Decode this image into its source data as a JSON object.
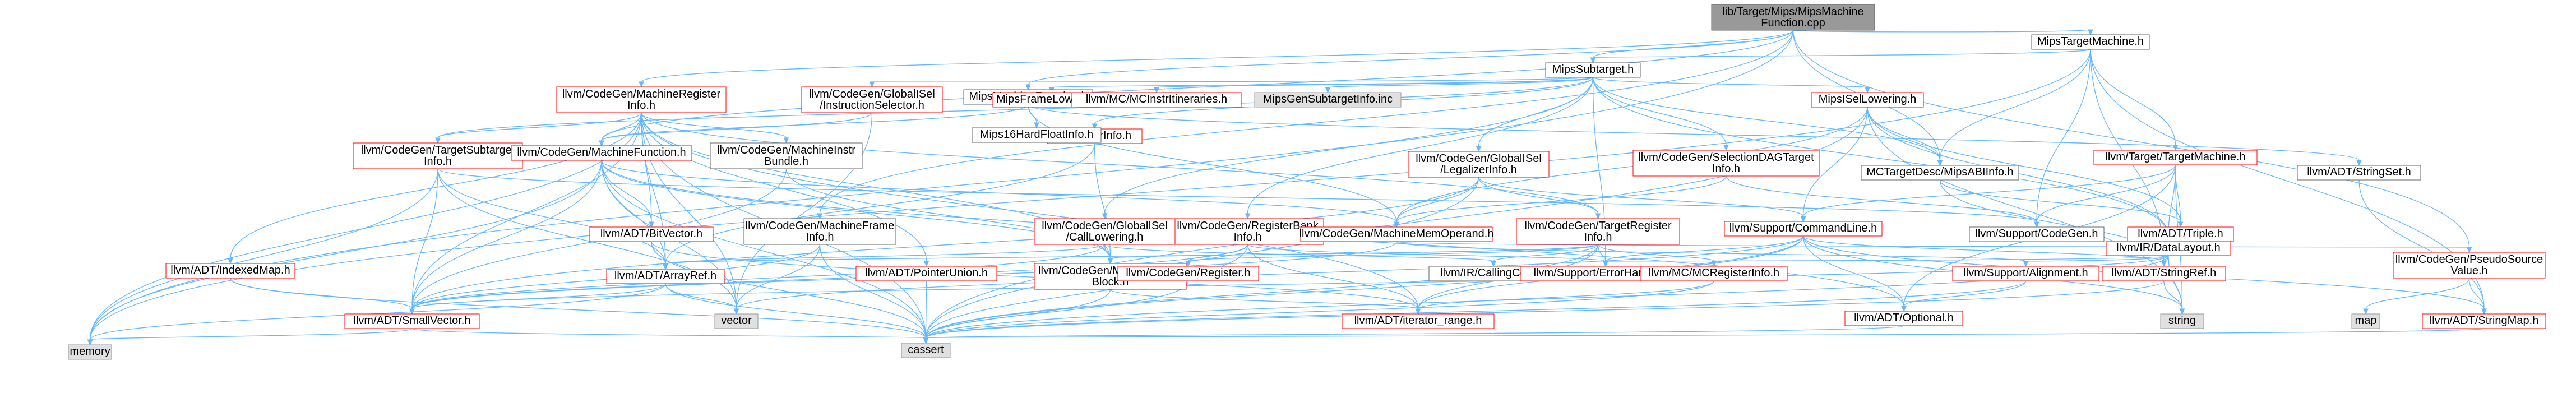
{
  "colors": {
    "root_fill": "#999999",
    "white_fill": "#ffffff",
    "white_stroke": "#666666",
    "red_stroke": "#ff0000",
    "gray_fill": "#e0e0e0",
    "gray_stroke": "#999999",
    "edge": "#63b8ff",
    "text": "#000000"
  },
  "nodes": [
    {
      "id": "root",
      "lines": [
        "lib/Target/Mips/MipsMachine",
        "Function.cpp"
      ],
      "kind": "root"
    },
    {
      "id": "mipstm",
      "lines": [
        "MipsTargetMachine.h"
      ],
      "kind": "white"
    },
    {
      "id": "mipssub",
      "lines": [
        "MipsSubtarget.h"
      ],
      "kind": "white"
    },
    {
      "id": "mfi",
      "lines": [
        "MipsMachineFunction.h"
      ],
      "kind": "white"
    },
    {
      "id": "cgmri",
      "lines": [
        "llvm/CodeGen/MachineRegister",
        "Info.h"
      ],
      "kind": "red"
    },
    {
      "id": "gisel_is",
      "lines": [
        "llvm/CodeGen/GlobalISel",
        "/InstructionSelector.h"
      ],
      "kind": "red"
    },
    {
      "id": "mipsframe",
      "lines": [
        "MipsFrameLowering.h"
      ],
      "kind": "red"
    },
    {
      "id": "mcinstr",
      "lines": [
        "llvm/MC/MCInstrItineraries.h"
      ],
      "kind": "red"
    },
    {
      "id": "mipsgensub",
      "lines": [
        "MipsGenSubtargetInfo.inc"
      ],
      "kind": "gray"
    },
    {
      "id": "mipsisel",
      "lines": [
        "MipsISelLowering.h"
      ],
      "kind": "red"
    },
    {
      "id": "mipsinstr",
      "lines": [
        "MipsInstrInfo.h"
      ],
      "kind": "red"
    },
    {
      "id": "mips16hf",
      "lines": [
        "Mips16HardFloatInfo.h"
      ],
      "kind": "white"
    },
    {
      "id": "cgtsi",
      "lines": [
        "llvm/CodeGen/TargetSubtarget",
        "Info.h"
      ],
      "kind": "red"
    },
    {
      "id": "cgmf",
      "lines": [
        "llvm/CodeGen/MachineFunction.h"
      ],
      "kind": "red"
    },
    {
      "id": "cgmib",
      "lines": [
        "llvm/CodeGen/MachineInstr",
        "Bundle.h"
      ],
      "kind": "white"
    },
    {
      "id": "gisel_ll",
      "lines": [
        "llvm/CodeGen/GlobalISel",
        "/LegalizerInfo.h"
      ],
      "kind": "red"
    },
    {
      "id": "cgsdag",
      "lines": [
        "llvm/CodeGen/SelectionDAGTarget",
        "Info.h"
      ],
      "kind": "red"
    },
    {
      "id": "mctd",
      "lines": [
        "MCTargetDesc/MipsABIInfo.h"
      ],
      "kind": "white"
    },
    {
      "id": "stringset",
      "lines": [
        "llvm/ADT/StringSet.h"
      ],
      "kind": "white"
    },
    {
      "id": "targetmachine",
      "lines": [
        "llvm/Target/TargetMachine.h"
      ],
      "kind": "red"
    },
    {
      "id": "cgtri",
      "lines": [
        "llvm/CodeGen/TargetRegister",
        "Info.h"
      ],
      "kind": "red"
    },
    {
      "id": "cgrbi",
      "lines": [
        "llvm/CodeGen/RegisterBank",
        "Info.h"
      ],
      "kind": "red"
    },
    {
      "id": "gisel_cl",
      "lines": [
        "llvm/CodeGen/GlobalISel",
        "/CallLowering.h"
      ],
      "kind": "red"
    },
    {
      "id": "cgmfi",
      "lines": [
        "llvm/CodeGen/MachineFrame",
        "Info.h"
      ],
      "kind": "white"
    },
    {
      "id": "bitvector",
      "lines": [
        "llvm/ADT/BitVector.h"
      ],
      "kind": "red"
    },
    {
      "id": "cgmmo",
      "lines": [
        "llvm/CodeGen/MachineMemOperand.h"
      ],
      "kind": "red"
    },
    {
      "id": "cmdline",
      "lines": [
        "llvm/Support/CommandLine.h"
      ],
      "kind": "red"
    },
    {
      "id": "codegen",
      "lines": [
        "llvm/Support/CodeGen.h"
      ],
      "kind": "white"
    },
    {
      "id": "triple",
      "lines": [
        "llvm/ADT/Triple.h"
      ],
      "kind": "red"
    },
    {
      "id": "datalayout",
      "lines": [
        "llvm/IR/DataLayout.h"
      ],
      "kind": "red"
    },
    {
      "id": "indexedmap",
      "lines": [
        "llvm/ADT/IndexedMap.h"
      ],
      "kind": "red"
    },
    {
      "id": "arrayref",
      "lines": [
        "llvm/ADT/ArrayRef.h"
      ],
      "kind": "red"
    },
    {
      "id": "ptrunion",
      "lines": [
        "llvm/ADT/PointerUnion.h"
      ],
      "kind": "red"
    },
    {
      "id": "cgmbb",
      "lines": [
        "llvm/CodeGen/MachineBasic",
        "Block.h"
      ],
      "kind": "red"
    },
    {
      "id": "cgreg",
      "lines": [
        "llvm/CodeGen/Register.h"
      ],
      "kind": "red"
    },
    {
      "id": "callconv",
      "lines": [
        "llvm/IR/CallingConv.h"
      ],
      "kind": "white"
    },
    {
      "id": "errh",
      "lines": [
        "llvm/Support/ErrorHandling.h"
      ],
      "kind": "red"
    },
    {
      "id": "mcreg",
      "lines": [
        "llvm/MC/MCRegisterInfo.h"
      ],
      "kind": "red"
    },
    {
      "id": "align",
      "lines": [
        "llvm/Support/Alignment.h"
      ],
      "kind": "red"
    },
    {
      "id": "stringref",
      "lines": [
        "llvm/ADT/StringRef.h"
      ],
      "kind": "red"
    },
    {
      "id": "cgpsv",
      "lines": [
        "llvm/CodeGen/PseudoSource",
        "Value.h"
      ],
      "kind": "red"
    },
    {
      "id": "smallvector",
      "lines": [
        "llvm/ADT/SmallVector.h"
      ],
      "kind": "red"
    },
    {
      "id": "vector",
      "lines": [
        "vector"
      ],
      "kind": "gray"
    },
    {
      "id": "iterrange",
      "lines": [
        "llvm/ADT/iterator_range.h"
      ],
      "kind": "red"
    },
    {
      "id": "optional",
      "lines": [
        "llvm/ADT/Optional.h"
      ],
      "kind": "red"
    },
    {
      "id": "map",
      "lines": [
        "map"
      ],
      "kind": "gray"
    },
    {
      "id": "string",
      "lines": [
        "string"
      ],
      "kind": "gray"
    },
    {
      "id": "stringmap",
      "lines": [
        "llvm/ADT/StringMap.h"
      ],
      "kind": "red"
    },
    {
      "id": "memory",
      "lines": [
        "memory"
      ],
      "kind": "gray"
    },
    {
      "id": "cassert",
      "lines": [
        "cassert"
      ],
      "kind": "gray"
    }
  ],
  "edges": [
    [
      "root",
      "mipstm"
    ],
    [
      "root",
      "mipssub"
    ],
    [
      "root",
      "mfi"
    ],
    [
      "root",
      "cgmri"
    ],
    [
      "root",
      "mctd"
    ],
    [
      "root",
      "cgpsv"
    ],
    [
      "root",
      "memory"
    ],
    [
      "root",
      "cgmf"
    ],
    [
      "root",
      "cgmfi"
    ],
    [
      "mipstm",
      "mipssub"
    ],
    [
      "mipstm",
      "mctd"
    ],
    [
      "mipstm",
      "targetmachine"
    ],
    [
      "mipstm",
      "stringmap"
    ],
    [
      "mipstm",
      "memory"
    ],
    [
      "mipstm",
      "codegen"
    ],
    [
      "mipstm",
      "stringref"
    ],
    [
      "mipssub",
      "gisel_is"
    ],
    [
      "mipssub",
      "mipsframe"
    ],
    [
      "mipssub",
      "mcinstr"
    ],
    [
      "mipssub",
      "mipsgensub"
    ],
    [
      "mipssub",
      "mipsisel"
    ],
    [
      "mipssub",
      "mipsinstr"
    ],
    [
      "mipssub",
      "cgtsi"
    ],
    [
      "mipssub",
      "gisel_ll"
    ],
    [
      "mipssub",
      "cgsdag"
    ],
    [
      "mipssub",
      "mctd"
    ],
    [
      "mipssub",
      "cgrbi"
    ],
    [
      "mipssub",
      "gisel_cl"
    ],
    [
      "mipssub",
      "datalayout"
    ],
    [
      "mipssub",
      "errh"
    ],
    [
      "mfi",
      "mips16hf"
    ],
    [
      "mfi",
      "cgmmo"
    ],
    [
      "mfi",
      "cgmf"
    ],
    [
      "mfi",
      "stringset"
    ],
    [
      "cgmri",
      "cgtsi"
    ],
    [
      "cgmri",
      "cgmf"
    ],
    [
      "cgmri",
      "cgmib"
    ],
    [
      "cgmri",
      "bitvector"
    ],
    [
      "cgmri",
      "indexedmap"
    ],
    [
      "cgmri",
      "arrayref"
    ],
    [
      "cgmri",
      "ptrunion"
    ],
    [
      "cgmri",
      "cgmbb"
    ],
    [
      "cgmri",
      "cgtri"
    ],
    [
      "cgmri",
      "smallvector"
    ],
    [
      "cgmri",
      "vector"
    ],
    [
      "cgmri",
      "iterrange"
    ],
    [
      "cgmri",
      "memory"
    ],
    [
      "cgmri",
      "cassert"
    ],
    [
      "gisel_is",
      "cgmf"
    ],
    [
      "gisel_is",
      "vector"
    ],
    [
      "mipsisel",
      "cgmmo"
    ],
    [
      "mipsisel",
      "mctd"
    ],
    [
      "mipsisel",
      "triple"
    ],
    [
      "mipsisel",
      "datalayout"
    ],
    [
      "mipsisel",
      "cmdline"
    ],
    [
      "mipsisel",
      "string"
    ],
    [
      "mipsisel",
      "cassert"
    ],
    [
      "mipsinstr",
      "cgmbb"
    ],
    [
      "mipsinstr",
      "arrayref"
    ],
    [
      "cgtsi",
      "cgmf"
    ],
    [
      "cgtsi",
      "arrayref"
    ],
    [
      "cgtsi",
      "smallvector"
    ],
    [
      "cgtsi",
      "codegen"
    ],
    [
      "cgtsi",
      "memory"
    ],
    [
      "cgtsi",
      "vector"
    ],
    [
      "cgmf",
      "bitvector"
    ],
    [
      "cgmf",
      "arrayref"
    ],
    [
      "cgmf",
      "cgmbb"
    ],
    [
      "cgmf",
      "cgmmo"
    ],
    [
      "cgmf",
      "smallvector"
    ],
    [
      "cgmf",
      "optional"
    ],
    [
      "cgmf",
      "vector"
    ],
    [
      "cgmf",
      "memory"
    ],
    [
      "cgmf",
      "cassert"
    ],
    [
      "cgmib",
      "cgmbb"
    ],
    [
      "cgmib",
      "smallvector"
    ],
    [
      "gisel_ll",
      "cgmmo"
    ],
    [
      "gisel_ll",
      "cgtri"
    ],
    [
      "gisel_ll",
      "cmdline"
    ],
    [
      "gisel_ll",
      "smallvector"
    ],
    [
      "gisel_ll",
      "cassert"
    ],
    [
      "cgsdag",
      "cgmmo"
    ],
    [
      "cgsdag",
      "codegen"
    ],
    [
      "mctd",
      "triple"
    ],
    [
      "mctd",
      "stringref"
    ],
    [
      "stringset",
      "stringmap"
    ],
    [
      "targetmachine",
      "codegen"
    ],
    [
      "targetmachine",
      "triple"
    ],
    [
      "targetmachine",
      "datalayout"
    ],
    [
      "targetmachine",
      "cmdline"
    ],
    [
      "targetmachine",
      "optional"
    ],
    [
      "targetmachine",
      "string"
    ],
    [
      "cgtri",
      "cgmbb"
    ],
    [
      "cgtri",
      "arrayref"
    ],
    [
      "cgtri",
      "callconv"
    ],
    [
      "cgtri",
      "mcreg"
    ],
    [
      "cgtri",
      "errh"
    ],
    [
      "cgtri",
      "iterrange"
    ],
    [
      "cgtri",
      "cgreg"
    ],
    [
      "cgtri",
      "cassert"
    ],
    [
      "cgrbi",
      "smallvector"
    ],
    [
      "cgrbi",
      "iterrange"
    ],
    [
      "cgrbi",
      "errh"
    ],
    [
      "cgrbi",
      "cgreg"
    ],
    [
      "cgrbi",
      "cassert"
    ],
    [
      "gisel_cl",
      "arrayref"
    ],
    [
      "gisel_cl",
      "callconv"
    ],
    [
      "gisel_cl",
      "smallvector"
    ],
    [
      "gisel_cl",
      "cgmbb"
    ],
    [
      "cgmfi",
      "smallvector"
    ],
    [
      "cgmfi",
      "vector"
    ],
    [
      "cgmfi",
      "cassert"
    ],
    [
      "bitvector",
      "arrayref"
    ],
    [
      "bitvector",
      "iterrange"
    ],
    [
      "bitvector",
      "cassert"
    ],
    [
      "cgmmo",
      "cgpsv"
    ],
    [
      "cgmmo",
      "align"
    ],
    [
      "cgmmo",
      "smallvector"
    ],
    [
      "cmdline",
      "stringmap"
    ],
    [
      "cmdline",
      "stringref"
    ],
    [
      "cmdline",
      "errh"
    ],
    [
      "cmdline",
      "iterrange"
    ],
    [
      "cmdline",
      "optional"
    ],
    [
      "cmdline",
      "vector"
    ],
    [
      "cmdline",
      "cassert"
    ],
    [
      "cmdline",
      "string"
    ],
    [
      "datalayout",
      "align"
    ],
    [
      "datalayout",
      "stringref"
    ],
    [
      "datalayout",
      "smallvector"
    ],
    [
      "datalayout",
      "errh"
    ],
    [
      "datalayout",
      "string"
    ],
    [
      "datalayout",
      "cassert"
    ],
    [
      "indexedmap",
      "smallvector"
    ],
    [
      "indexedmap",
      "cassert"
    ],
    [
      "arrayref",
      "smallvector"
    ],
    [
      "arrayref",
      "vector"
    ],
    [
      "arrayref",
      "cassert"
    ],
    [
      "arrayref",
      "memory"
    ],
    [
      "ptrunion",
      "cassert"
    ],
    [
      "cgmbb",
      "iterrange"
    ],
    [
      "cgmbb",
      "cassert"
    ],
    [
      "cgreg",
      "cassert"
    ],
    [
      "mcreg",
      "iterrange"
    ],
    [
      "mcreg",
      "cassert"
    ],
    [
      "align",
      "optional"
    ],
    [
      "align",
      "cassert"
    ],
    [
      "stringref",
      "string"
    ],
    [
      "stringref",
      "cassert"
    ],
    [
      "cgpsv",
      "stringmap"
    ],
    [
      "cgpsv",
      "map"
    ],
    [
      "smallvector",
      "memory"
    ],
    [
      "smallvector",
      "cassert"
    ],
    [
      "optional",
      "cassert"
    ],
    [
      "stringmap",
      "cassert"
    ]
  ]
}
